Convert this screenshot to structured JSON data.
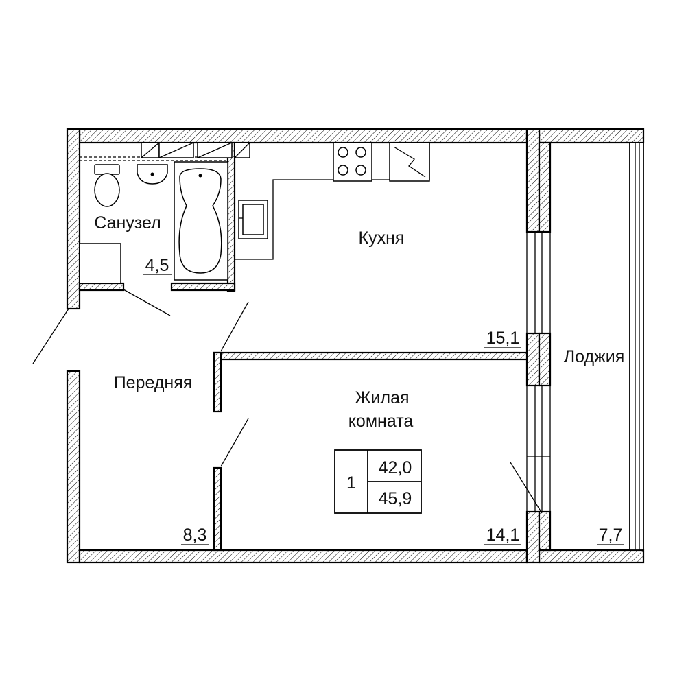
{
  "rooms": {
    "bathroom": {
      "name": "Санузел",
      "area": "4,5"
    },
    "kitchen": {
      "name": "Кухня",
      "area": "15,1"
    },
    "hallway": {
      "name": "Передняя",
      "area": "8,3"
    },
    "living": {
      "name_line1": "Жилая",
      "name_line2": "комната",
      "area": "14,1"
    },
    "loggia": {
      "name": "Лоджия",
      "area": "7,7"
    }
  },
  "summary": {
    "rooms_count": "1",
    "living_total": "42,0",
    "total_area": "45,9"
  }
}
